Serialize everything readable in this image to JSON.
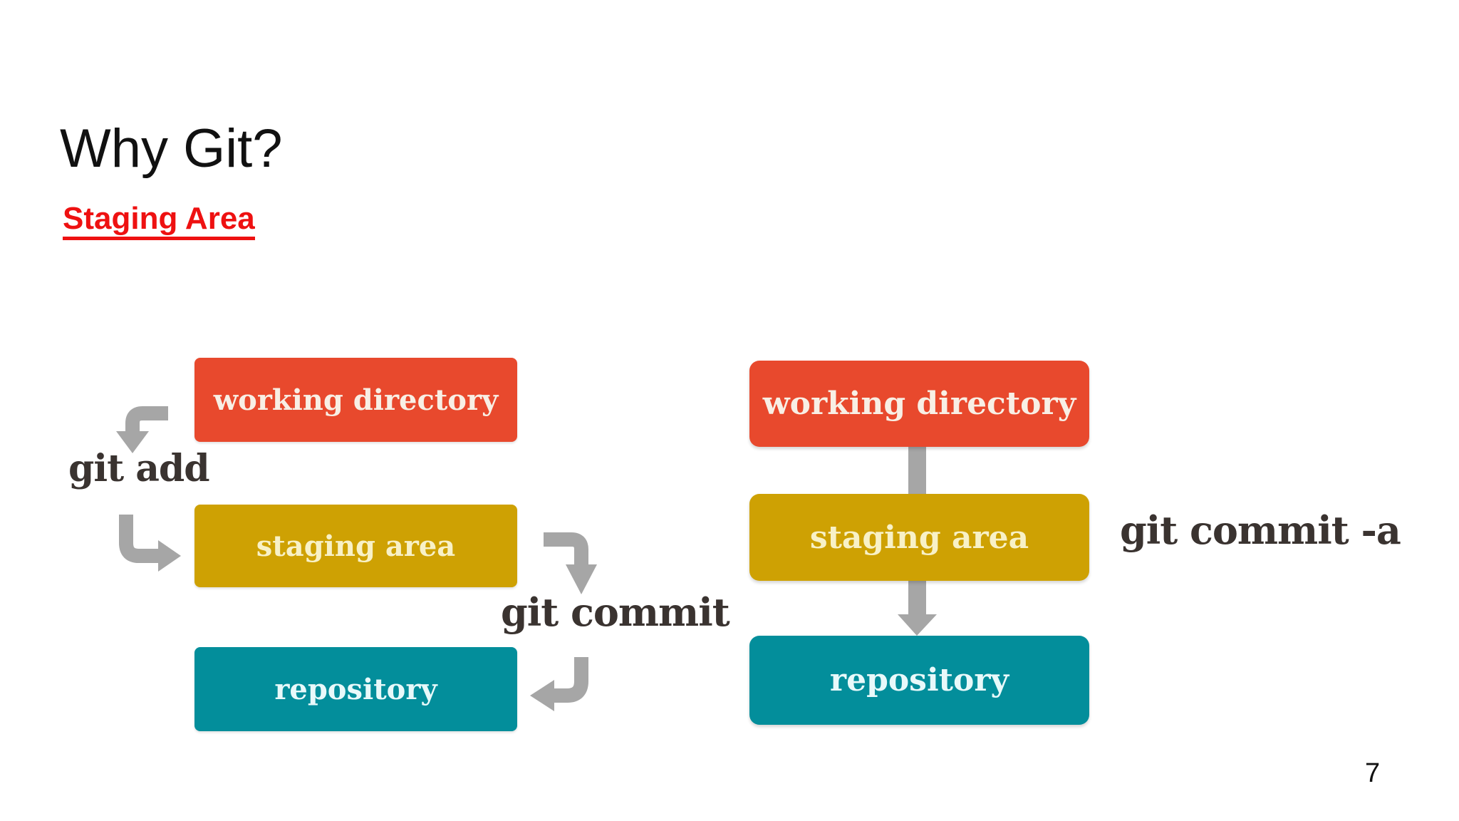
{
  "slide": {
    "title": "Why Git?",
    "subtitle": "Staging Area",
    "page_number": "7"
  },
  "colors": {
    "working_directory": "#E8492D",
    "staging_area": "#CEA103",
    "repository": "#038E9B",
    "arrow": "#A6A6A6",
    "command_text": "#3A3330",
    "subtitle_red": "#EE1111",
    "title_black": "#111111"
  },
  "left_diagram": {
    "boxes": [
      {
        "label": "working directory"
      },
      {
        "label": "staging area"
      },
      {
        "label": "repository"
      }
    ],
    "commands": [
      {
        "label": "git add"
      },
      {
        "label": "git commit"
      }
    ]
  },
  "right_diagram": {
    "boxes": [
      {
        "label": "working directory"
      },
      {
        "label": "staging area"
      },
      {
        "label": "repository"
      }
    ],
    "commands": [
      {
        "label": "git commit -a"
      }
    ]
  },
  "icons": {
    "left": [
      "git-add-elbow-arrow-down-icon",
      "git-add-elbow-arrow-right-icon",
      "git-commit-elbow-arrow-down-icon",
      "git-commit-elbow-arrow-left-icon"
    ],
    "right": [
      "flow-arrow-wd-to-staging-icon",
      "flow-arrow-staging-to-repo-icon"
    ]
  }
}
